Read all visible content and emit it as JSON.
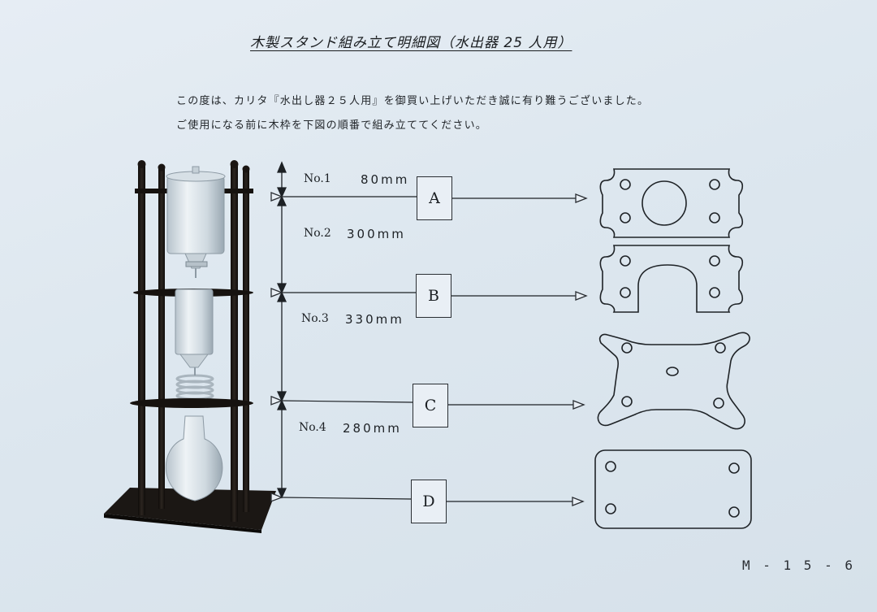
{
  "document": {
    "title": "木製スタンド組み立て明細図（水出器 25 人用）",
    "intro_line1": "この度は、カリタ『水出し器２５人用』を御買い上げいただき誠に有り難うございました。",
    "intro_line2": "ご使用になる前に木枠を下図の順番で組み立ててください。",
    "page_code": "M - 1 5 - 6"
  },
  "measurements": [
    {
      "label": "No.1",
      "value": "80mm"
    },
    {
      "label": "No.2",
      "value": "300mm"
    },
    {
      "label": "No.3",
      "value": "330mm"
    },
    {
      "label": "No.4",
      "value": "280mm"
    }
  ],
  "boards": [
    {
      "letter": "A"
    },
    {
      "letter": "B"
    },
    {
      "letter": "C"
    },
    {
      "letter": "D"
    }
  ],
  "colors": {
    "paper": "#dfe8f0",
    "ink": "#1e2226",
    "wood": "#1f1a17"
  }
}
